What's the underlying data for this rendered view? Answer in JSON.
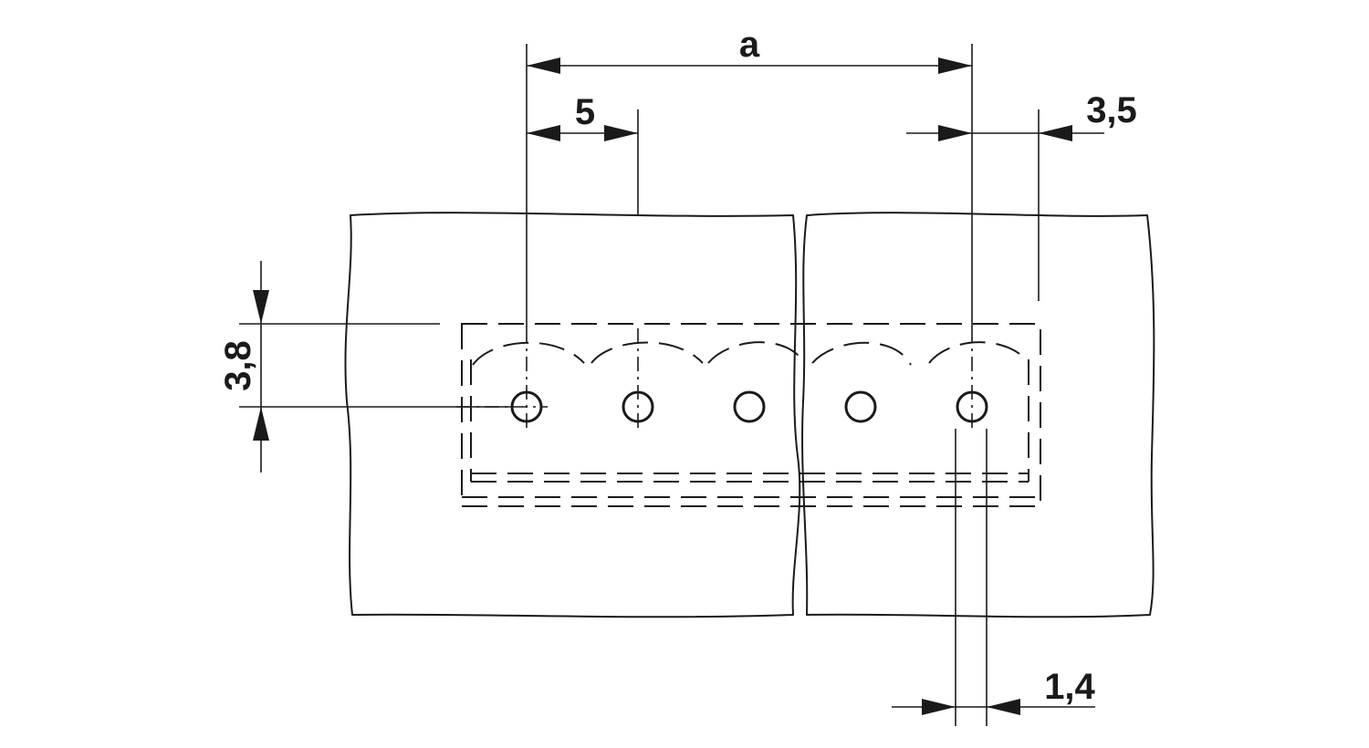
{
  "dimensions": {
    "pin_row_length": "a",
    "pitch": "5",
    "edge_offset": "3,5",
    "row_offset": "3,8",
    "hole_diameter": "1,4"
  },
  "connector": {
    "pin_count": 5
  },
  "colors": {
    "line": "#1a1a1a",
    "background": "#ffffff"
  }
}
